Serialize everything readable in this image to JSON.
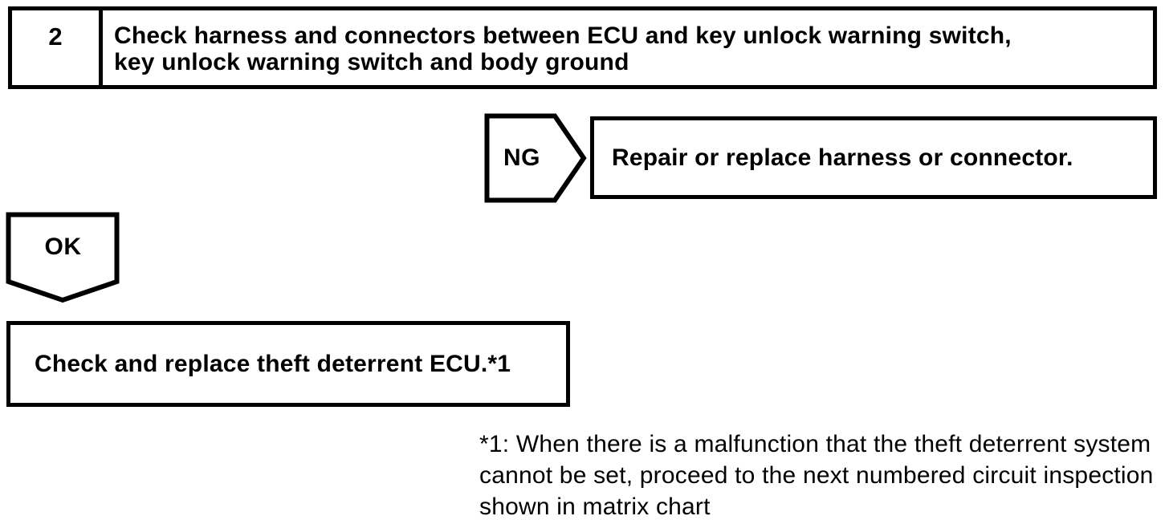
{
  "flowchart": {
    "step": {
      "number": "2",
      "instruction_line1": "Check harness and connectors between ECU and key unlock warning switch,",
      "instruction_line2": "key unlock warning switch and body ground"
    },
    "ng": {
      "label": "NG",
      "result": "Repair or replace harness or connector."
    },
    "ok": {
      "label": "OK",
      "action": "Check and replace theft deterrent ECU.*1"
    },
    "footnote": {
      "lines": [
        "*1: When there is a malfunction that the theft deterrent system",
        "cannot be set, proceed to the next numbered circuit inspection",
        "shown in matrix chart"
      ]
    }
  },
  "colors": {
    "line": "#000000",
    "background": "#ffffff"
  }
}
